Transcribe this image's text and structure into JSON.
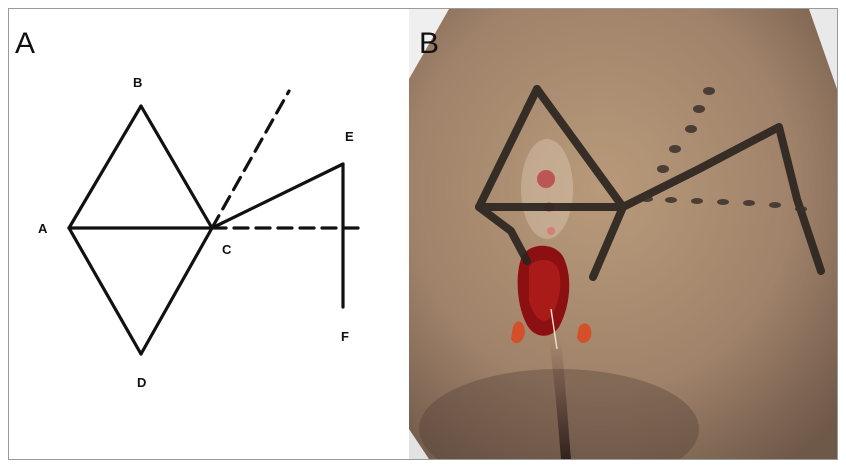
{
  "panels": {
    "a": {
      "label": "A"
    },
    "b": {
      "label": "B"
    }
  },
  "diagram": {
    "points": {
      "A": "A",
      "B": "B",
      "C": "C",
      "D": "D",
      "E": "E",
      "F": "F"
    }
  },
  "colors": {
    "line": "#111111",
    "skin": "#a88a6c",
    "marker": "#2b2520",
    "wound": "#8c0f12"
  }
}
